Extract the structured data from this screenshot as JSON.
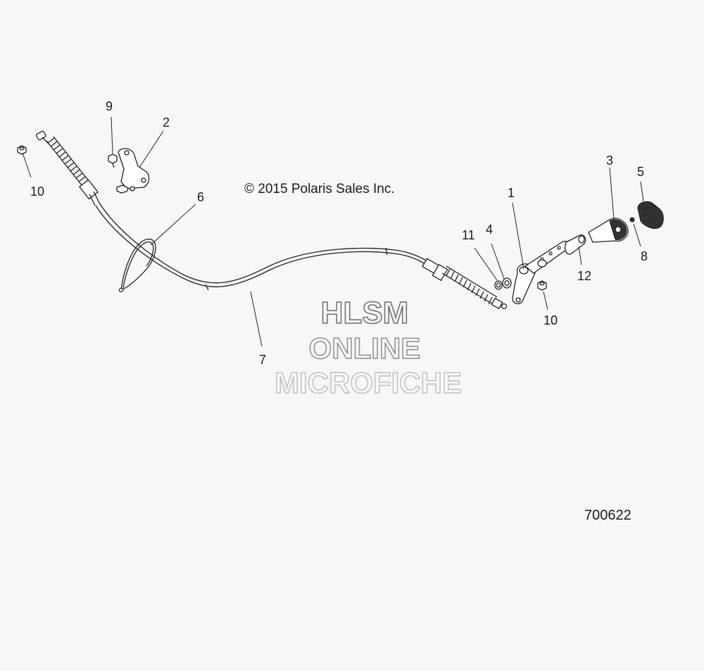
{
  "copyright": "© 2015 Polaris Sales Inc.",
  "diagram_id": "700622",
  "watermark": [
    "HLSM",
    "ONLINE",
    "MICROFICHE"
  ],
  "callouts": {
    "c1": "1",
    "c2": "2",
    "c3": "3",
    "c4": "4",
    "c5": "5",
    "c6": "6",
    "c7": "7",
    "c8": "8",
    "c9": "9",
    "c10a": "10",
    "c10b": "10",
    "c11": "11",
    "c12": "12"
  }
}
